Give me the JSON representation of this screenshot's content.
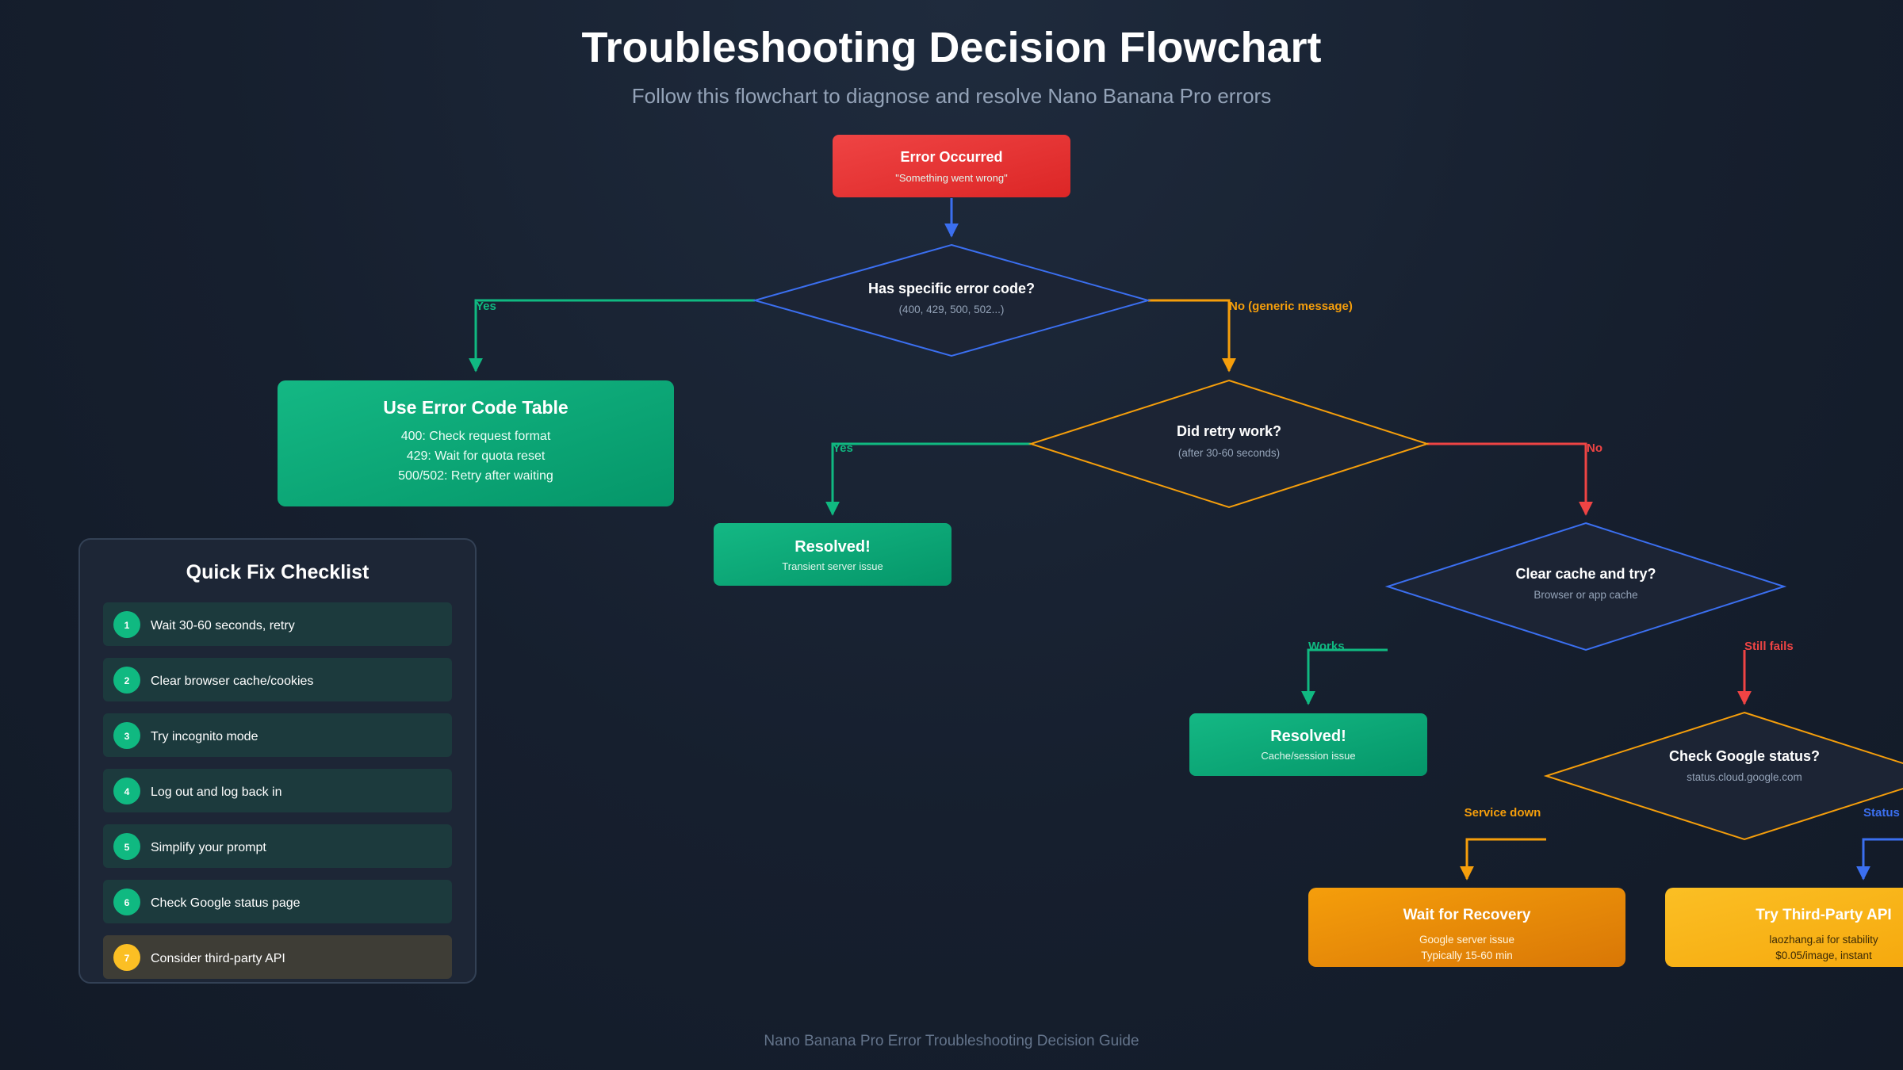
{
  "title": "Troubleshooting Decision Flowchart",
  "subtitle": "Follow this flowchart to diagnose and resolve Nano Banana Pro errors",
  "footer": "Nano Banana Pro Error Troubleshooting Decision Guide",
  "colors": {
    "red": "#e5393b",
    "green": "#10b981",
    "blue": "#3b6ff0",
    "orange": "#f59e0b",
    "yellow": "#fbbf24",
    "text_muted": "#94a3b8"
  },
  "nodes": {
    "start": {
      "title": "Error Occurred",
      "sub": "\"Something went wrong\""
    },
    "q_code": {
      "title": "Has specific error code?",
      "sub": "(400, 429, 500, 502...)"
    },
    "error_table": {
      "title": "Use Error Code Table",
      "lines": [
        "400: Check request format",
        "429: Wait for quota reset",
        "500/502: Retry after waiting"
      ]
    },
    "q_retry": {
      "title": "Did retry work?",
      "sub": "(after 30-60 seconds)"
    },
    "resolved_transient": {
      "title": "Resolved!",
      "sub": "Transient server issue"
    },
    "q_cache": {
      "title": "Clear cache and try?",
      "sub": "Browser or app cache"
    },
    "resolved_cache": {
      "title": "Resolved!",
      "sub": "Cache/session issue"
    },
    "q_status": {
      "title": "Check Google status?",
      "sub": "status.cloud.google.com"
    },
    "wait_recovery": {
      "title": "Wait for Recovery",
      "lines": [
        "Google server issue",
        "Typically 15-60 min"
      ]
    },
    "third_party": {
      "title": "Try Third-Party API",
      "lines": [
        "laozhang.ai for stability",
        "$0.05/image, instant"
      ]
    }
  },
  "edge_labels": {
    "code_yes": "Yes",
    "code_no": "No (generic message)",
    "retry_yes": "Yes",
    "retry_no": "No",
    "cache_works": "Works",
    "cache_fails": "Still fails",
    "status_down": "Service down",
    "status_ok": "Status OK"
  },
  "checklist": {
    "title": "Quick Fix Checklist",
    "items": [
      {
        "num": "1",
        "text": "Wait 30-60 seconds, retry"
      },
      {
        "num": "2",
        "text": "Clear browser cache/cookies"
      },
      {
        "num": "3",
        "text": "Try incognito mode"
      },
      {
        "num": "4",
        "text": "Log out and log back in"
      },
      {
        "num": "5",
        "text": "Simplify your prompt"
      },
      {
        "num": "6",
        "text": "Check Google status page"
      },
      {
        "num": "7",
        "text": "Consider third-party API"
      }
    ]
  }
}
